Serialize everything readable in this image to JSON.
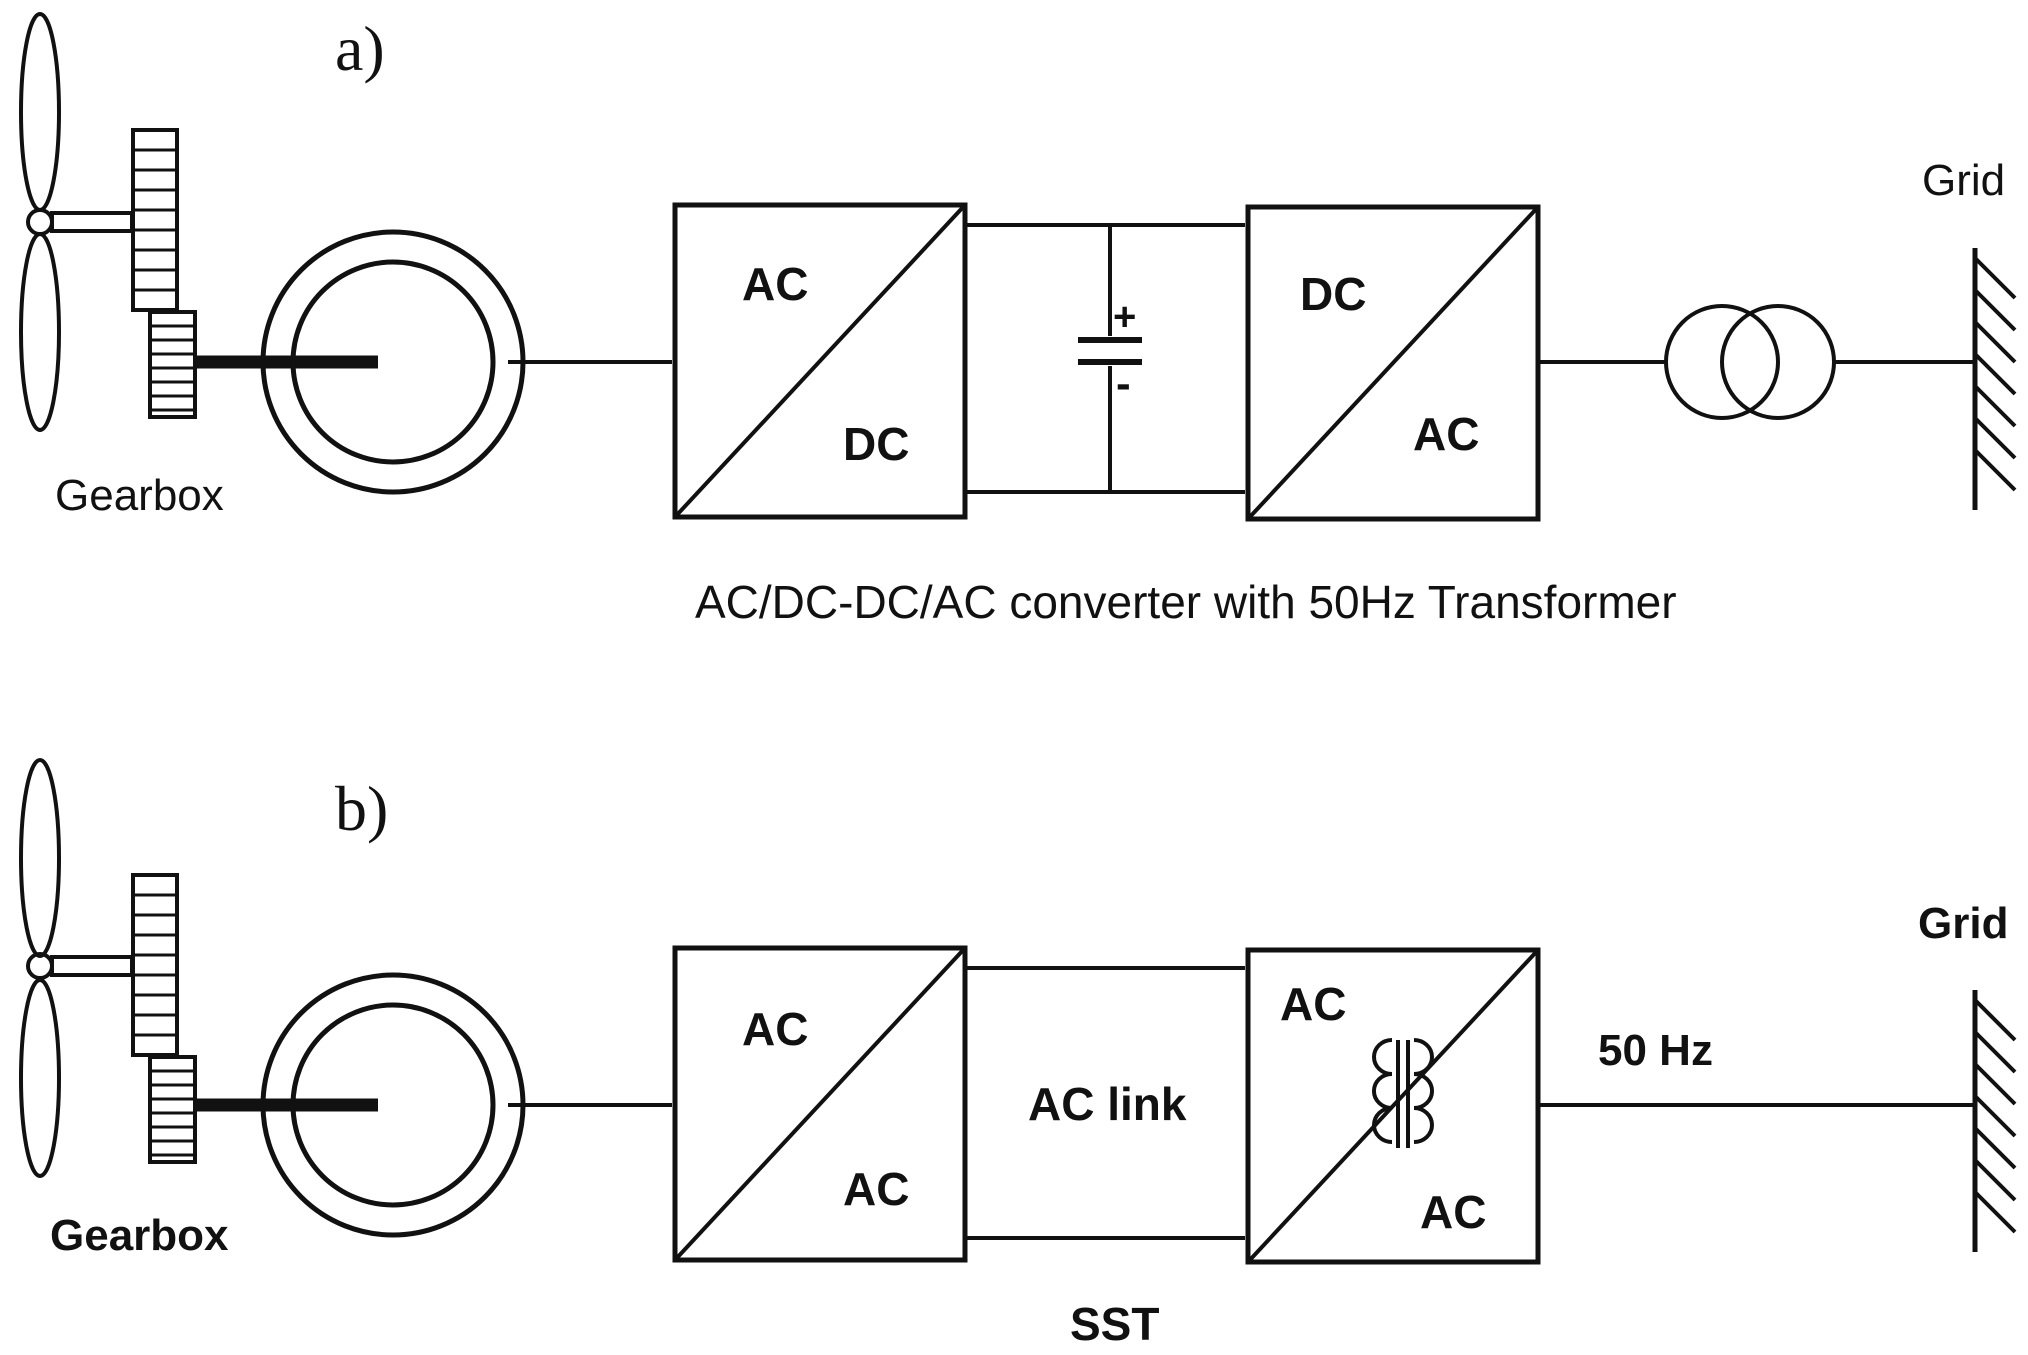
{
  "panel_a": {
    "label": "a)",
    "gearbox_label": "Gearbox",
    "converter1": {
      "top": "AC",
      "bottom": "DC"
    },
    "capacitor": {
      "plus": "+",
      "minus": "-"
    },
    "converter2": {
      "top": "DC",
      "bottom": "AC"
    },
    "grid_label": "Grid",
    "caption": "AC/DC-DC/AC converter with 50Hz Transformer"
  },
  "panel_b": {
    "label": "b)",
    "gearbox_label": "Gearbox",
    "converter1": {
      "top": "AC",
      "bottom": "AC"
    },
    "link_label": "AC link",
    "converter2": {
      "top": "AC",
      "bottom": "AC"
    },
    "freq_label": "50 Hz",
    "grid_label": "Grid",
    "caption": "SST"
  }
}
